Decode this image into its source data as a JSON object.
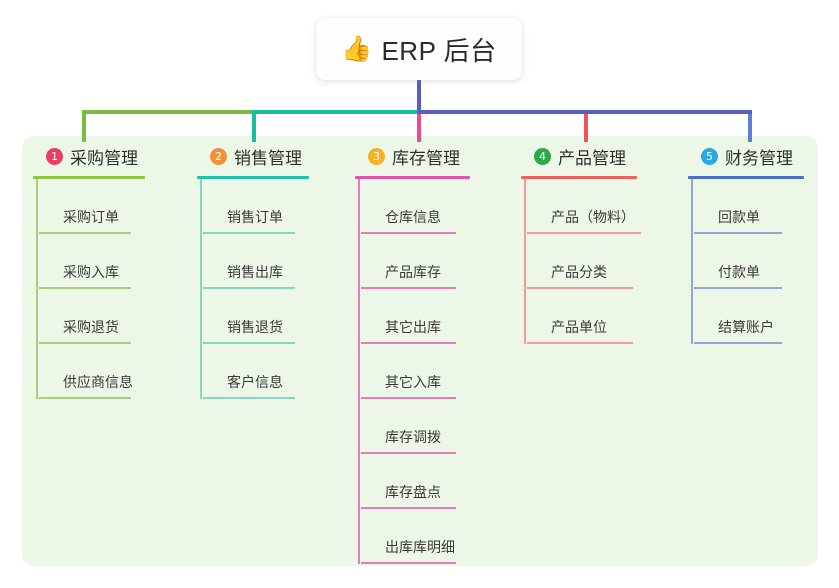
{
  "page": {
    "background": "#ffffff",
    "panel_color": "#edf7e8"
  },
  "title": {
    "icon": "thumbs-up-icon",
    "icon_glyph": "👍",
    "text": "ERP 后台"
  },
  "connectors": {
    "trunk_color": "#5a5ec4",
    "bus_segments": [
      {
        "name": "green",
        "color": "#79bb41"
      },
      {
        "name": "teal",
        "color": "#17bfa0"
      },
      {
        "name": "blue",
        "color": "#5a5ec4"
      }
    ],
    "drop_colors": [
      "#79bb41",
      "#17bfa0",
      "#ea4c8d",
      "#f1555b",
      "#5a7fd4"
    ]
  },
  "columns": [
    {
      "number": "1",
      "title": "采购管理",
      "badge_color": "#ea3f63",
      "rule_color": "#8cc63f",
      "line_color": "#a8cf7d",
      "head_rule_width": 112,
      "item_rule_width": 92,
      "items": [
        {
          "label": "采购订单"
        },
        {
          "label": "采购入库"
        },
        {
          "label": "采购退货"
        },
        {
          "label": "供应商信息"
        }
      ]
    },
    {
      "number": "2",
      "title": "销售管理",
      "badge_color": "#f0913a",
      "rule_color": "#1ec3a6",
      "line_color": "#86d6c8",
      "head_rule_width": 112,
      "item_rule_width": 92,
      "items": [
        {
          "label": "销售订单"
        },
        {
          "label": "销售出库"
        },
        {
          "label": "销售退货"
        },
        {
          "label": "客户信息"
        }
      ]
    },
    {
      "number": "3",
      "title": "库存管理",
      "badge_color": "#f5b323",
      "rule_color": "#e054b0",
      "line_color": "#e87bbd",
      "head_rule_width": 115,
      "item_rule_width": 95,
      "items": [
        {
          "label": "仓库信息"
        },
        {
          "label": "产品库存"
        },
        {
          "label": "其它出库"
        },
        {
          "label": "其它入库"
        },
        {
          "label": "库存调拨"
        },
        {
          "label": "库存盘点"
        },
        {
          "label": "出库库明细"
        }
      ]
    },
    {
      "number": "4",
      "title": "产品管理",
      "badge_color": "#2aa84a",
      "rule_color": "#f1615c",
      "line_color": "#f09b95",
      "head_rule_width": 116,
      "item_rule_width": 106,
      "items": [
        {
          "label": "产品（物料）"
        },
        {
          "label": "产品分类"
        },
        {
          "label": "产品单位"
        }
      ]
    },
    {
      "number": "5",
      "title": "财务管理",
      "badge_color": "#29aae1",
      "rule_color": "#4a6fc4",
      "line_color": "#91a6dd",
      "head_rule_width": 116,
      "item_rule_width": 88,
      "items": [
        {
          "label": "回款单"
        },
        {
          "label": "付款单"
        },
        {
          "label": "结算账户"
        }
      ]
    }
  ]
}
